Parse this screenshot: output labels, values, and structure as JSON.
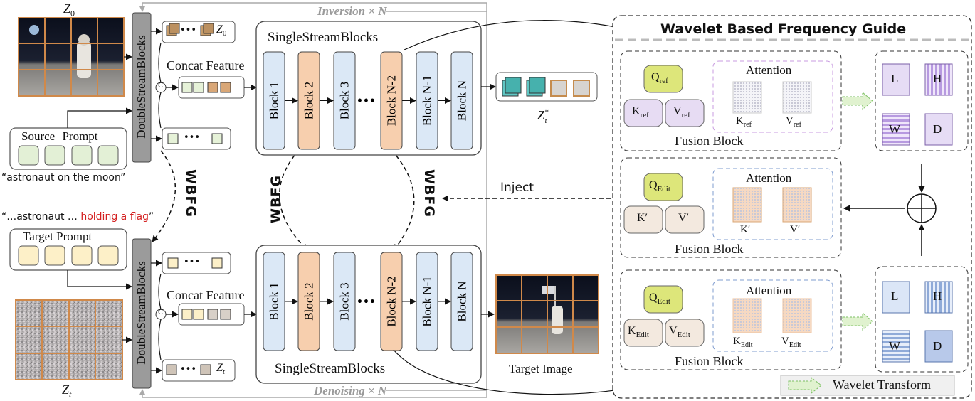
{
  "labels": {
    "z0_top": "Z",
    "z0_top_sub": "0",
    "zt_bottom": "Z",
    "zt_bottom_sub": "t",
    "double_stream": "DoubleStreamBlocks",
    "inversion": "Inversion × N",
    "denoising": "Denoising × N",
    "concat_feature": "Concat Feature",
    "single_stream": "SingleStreamBlocks",
    "source_prompt": "Source Prompt",
    "source_text": "“astronaut on the moon”",
    "target_text_a": "“…astronaut … ",
    "target_text_b": "holding a flag",
    "target_text_c": "”",
    "target_prompt": "Target Prompt",
    "wbfg": "WBFG",
    "inject": "Inject",
    "target_image": "Target Image",
    "z_star": "Z",
    "z_star_sub": "t",
    "z_star_sup": "*",
    "stack_z0": "Z",
    "stack_z0_sub": "0",
    "stack_zt": "Z",
    "stack_zt_sub": "t",
    "dots": "•••",
    "concat_symbol": "C"
  },
  "blocks": [
    "Block  1",
    "Block  2",
    "Block  3",
    "Block  N-2",
    "Block  N-1",
    "Block  N"
  ],
  "wavelet_panel": {
    "title": "Wavelet Based Frequency Guide",
    "fusion": "Fusion Block",
    "attention": "Attention",
    "legend": "Wavelet Transform",
    "top": {
      "q": "Q",
      "q_sub": "ref",
      "k": "K",
      "k_sub": "ref",
      "v": "V",
      "v_sub": "ref",
      "ak": "K",
      "ak_sub": "ref",
      "av": "V",
      "av_sub": "ref"
    },
    "mid": {
      "q": "Q",
      "q_sub": "Edit",
      "k": "K′",
      "v": "V′",
      "ak": "K′",
      "av": "V′"
    },
    "bot": {
      "q": "Q",
      "q_sub": "Edit",
      "k": "K",
      "k_sub": "Edit",
      "v": "V",
      "v_sub": "Edit",
      "ak": "K",
      "ak_sub": "Edit",
      "av": "V",
      "av_sub": "Edit"
    },
    "bands": [
      "L",
      "H",
      "W",
      "D"
    ]
  },
  "colors": {
    "block_blue": "#dbe8f6",
    "block_orange": "#f7cfae",
    "prompt_green": "#e3f0d6",
    "prompt_yellow": "#fdf0c8",
    "double_gray": "#9b9b9b",
    "q_yellow": "#dde67a",
    "kv_purple": "#e7dcf3",
    "kv_beige": "#f3e9df",
    "attn_purple_border": "#c89be0",
    "attn_blue_border": "#7f9ccf",
    "red_text": "#d42020"
  }
}
